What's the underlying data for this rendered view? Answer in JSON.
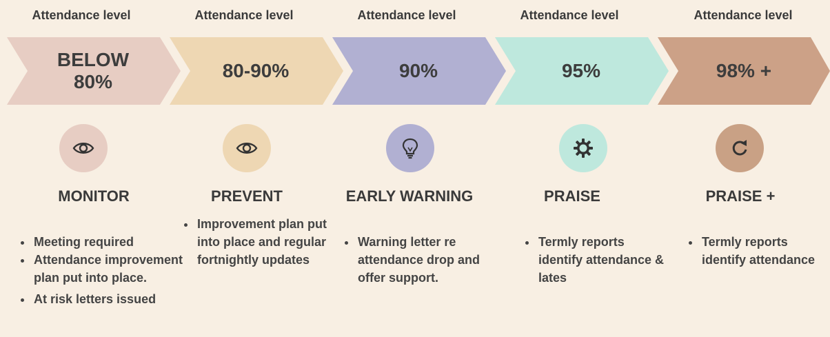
{
  "stages": [
    {
      "label": "Attendance level",
      "value_line1": "BELOW",
      "value_line2": "80%",
      "color": "#e7cdc3",
      "icon_color": "#e7cdc3",
      "icon": "eye-icon",
      "title": "MONITOR",
      "bullets": [
        "Meeting required",
        "Attendance improvement plan put into place.",
        "At risk letters issued"
      ]
    },
    {
      "label": "Attendance level",
      "value_line1": "80-90%",
      "value_line2": "",
      "color": "#eed7b3",
      "icon_color": "#eed7b3",
      "icon": "eye-icon",
      "title": "PREVENT",
      "bullets": [
        "Improvement plan put into place and regular fortnightly updates"
      ]
    },
    {
      "label": "Attendance level",
      "value_line1": "90%",
      "value_line2": "",
      "color": "#b1b0d2",
      "icon_color": "#b1b0d2",
      "icon": "lightbulb-icon",
      "title": "EARLY WARNING",
      "bullets": [
        "Warning letter re attendance drop and offer support."
      ]
    },
    {
      "label": "Attendance level",
      "value_line1": "95%",
      "value_line2": "",
      "color": "#bee8dd",
      "icon_color": "#bee8dd",
      "icon": "gear-icon",
      "title": "PRAISE",
      "bullets": [
        "Termly reports identify attendance & lates"
      ]
    },
    {
      "label": "Attendance level",
      "value_line1": "98% +",
      "value_line2": "",
      "color": "#cca187",
      "icon_color": "#c9a185",
      "icon": "refresh-icon",
      "title": "PRAISE +",
      "bullets": [
        "Termly reports identify attendance"
      ]
    }
  ]
}
